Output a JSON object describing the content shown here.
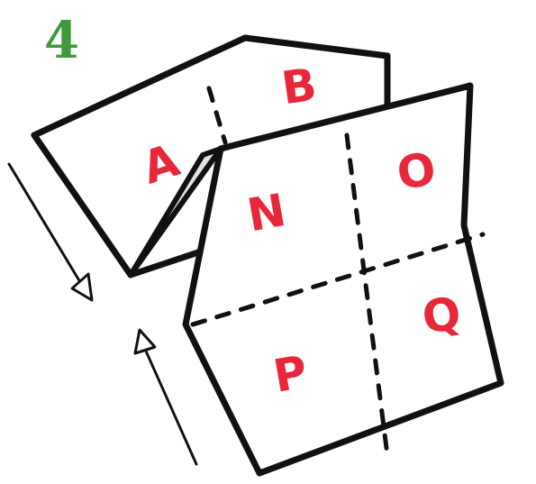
{
  "diagram": {
    "labels": [
      "4",
      "A",
      "B",
      "N",
      "O",
      "P",
      "Q"
    ]
  }
}
